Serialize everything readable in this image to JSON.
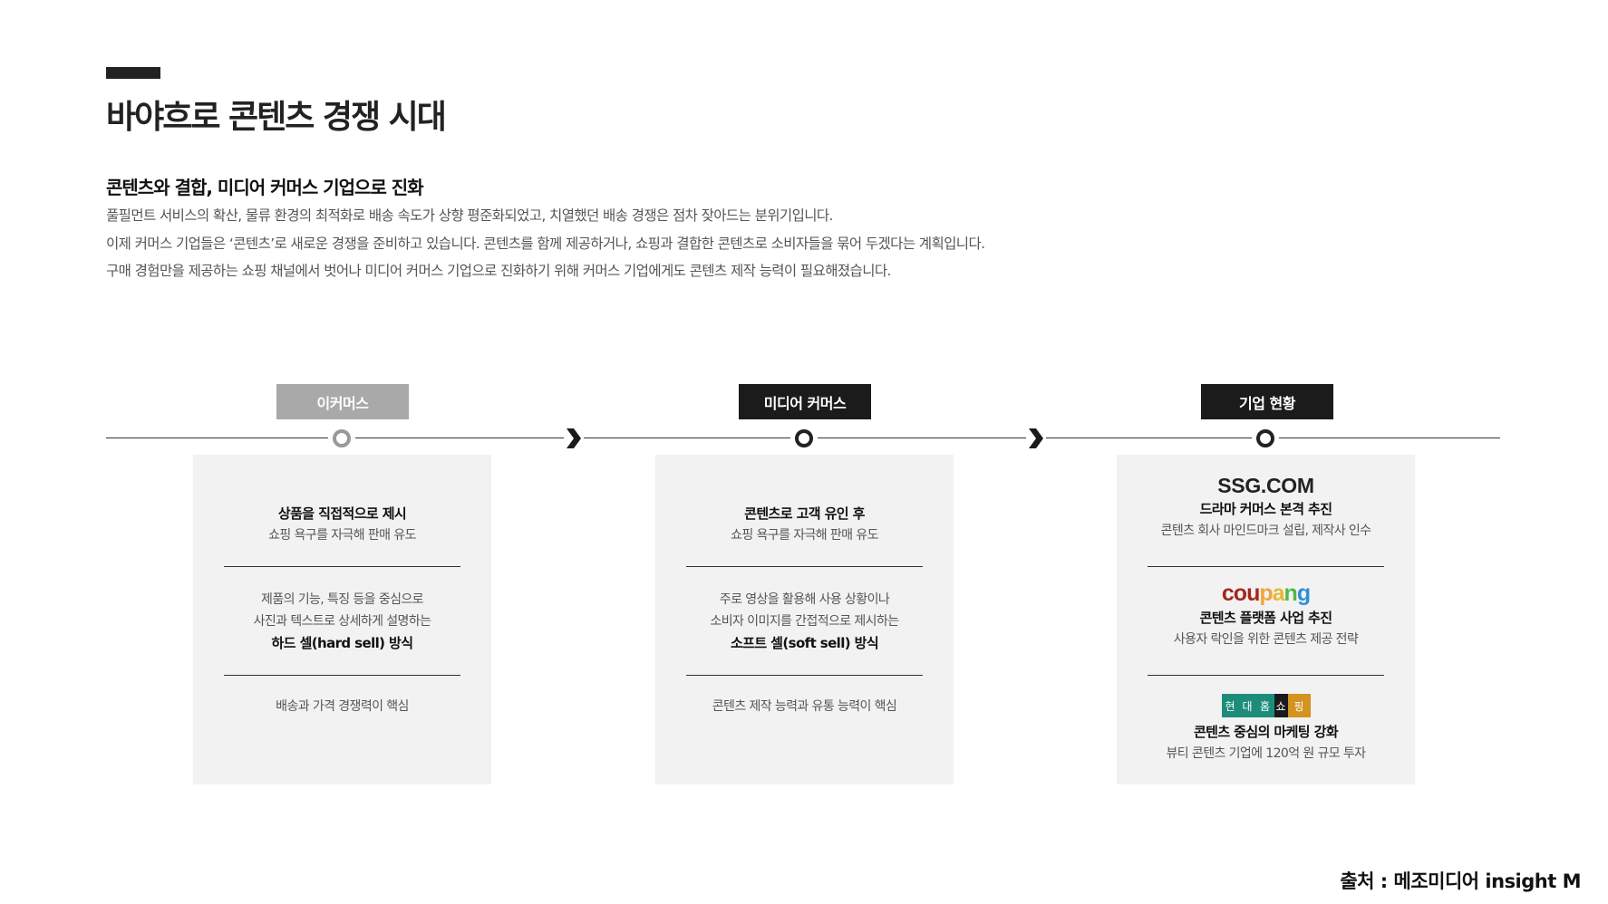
{
  "header": {
    "title": "바야흐로 콘텐츠 경쟁 시대",
    "subtitle": "콘텐츠와 결합, 미디어 커머스 기업으로 진화",
    "desc_lines": [
      "풀필먼트 서비스의 확산, 물류 환경의 최적화로 배송 속도가 상향 평준화되었고, 치열했던 배송 경쟁은 점차 잦아드는 분위기입니다.",
      "이제 커머스 기업들은 ‘콘텐츠’로 새로운 경쟁을 준비하고 있습니다. 콘텐츠를 함께 제공하거나, 쇼핑과 결합한 콘텐츠로 소비자들을 묶어 두겠다는 계획입니다.",
      "구매 경험만을 제공하는 쇼핑 채널에서 벗어나 미디어 커머스 기업으로 진화하기 위해 커머스 기업에게도 콘텐츠 제작 능력이 필요해졌습니다."
    ]
  },
  "columns": [
    {
      "tag": "이커머스",
      "s1_bold": "상품을 직접적으로 제시",
      "s1_norm": "쇼핑 욕구를 자극해 판매 유도",
      "s2_norm1": "제품의 기능, 특징 등을 중심으로",
      "s2_norm2": "사진과 텍스트로 상세하게 설명하는",
      "s2_bold": "하드 셀(hard sell) 방식",
      "s3_norm": "배송과 가격 경쟁력이 핵심"
    },
    {
      "tag": "미디어 커머스",
      "s1_bold": "콘텐츠로 고객 유인 후",
      "s1_norm": "쇼핑 욕구를 자극해 판매 유도",
      "s2_norm1": "주로 영상을 활용해 사용 상황이나",
      "s2_norm2": "소비자 이미지를 간접적으로 제시하는",
      "s2_bold": "소프트 셀(soft sell) 방식",
      "s3_norm": "콘텐츠 제작 능력과 유통 능력이 핵심"
    },
    {
      "tag": "기업 현황",
      "companies": [
        {
          "logo": "SSG.COM",
          "bold": "드라마 커머스 본격 추진",
          "norm": "콘텐츠 회사 마인드마크 설립, 제작사 인수"
        },
        {
          "logo": [
            "c",
            "o",
            "u",
            "p",
            "a",
            "n",
            "g"
          ],
          "logo_colors": [
            "#a3271f",
            "#a3271f",
            "#a3271f",
            "#f2a33a",
            "#e8b734",
            "#52b847",
            "#2d8ed9"
          ],
          "bold": "콘텐츠 플랫폼 사업 추진",
          "norm": "사용자 락인을 위한 콘텐츠 제공 전략"
        },
        {
          "logo": [
            "현",
            "대",
            "홈",
            "쇼",
            "핑"
          ],
          "logo_colors": [
            "#1e8c7a",
            "#1e8c7a",
            "#1e8c7a",
            "#1a1a1a",
            "#d4921f"
          ],
          "bold": "콘텐츠 중심의 마케팅 강화",
          "norm": "뷰티 콘텐츠 기업에 120억 원 규모 투자"
        }
      ]
    }
  ],
  "footer": {
    "source": "출처 : 메조미디어 insight M"
  },
  "colors": {
    "dark": "#1b1b1b",
    "gray_tag": "#a9a9a9",
    "card_bg": "#f2f2f2"
  }
}
